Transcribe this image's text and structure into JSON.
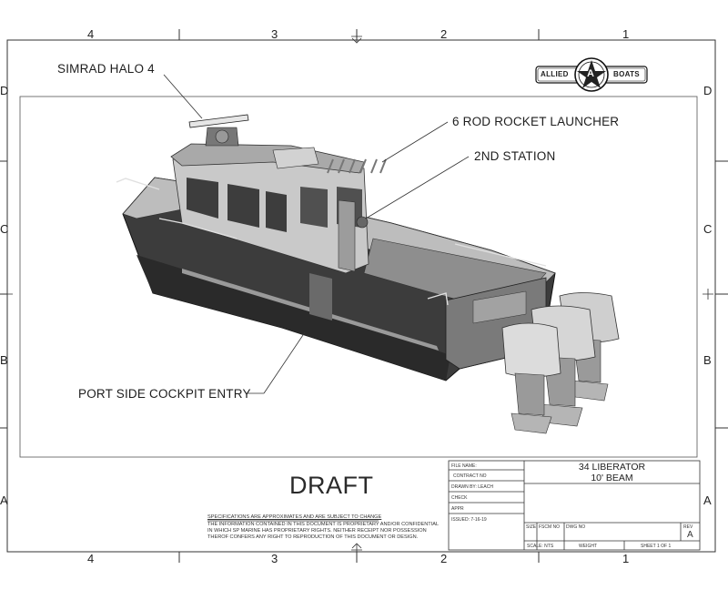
{
  "border": {
    "columns_top": [
      "4",
      "3",
      "2",
      "1"
    ],
    "columns_bottom": [
      "4",
      "3",
      "2",
      "1"
    ],
    "rows_left": [
      "D",
      "C",
      "B",
      "A"
    ],
    "rows_right": [
      "D",
      "C",
      "B",
      "A"
    ]
  },
  "logo": {
    "left": "ALLIED",
    "center": "A",
    "right": "BOATS"
  },
  "callouts": {
    "radar": "SIMRAD HALO 4",
    "rocket_launcher": "6 ROD ROCKET LAUNCHER",
    "second_station": "2ND STATION",
    "cockpit_entry": "PORT SIDE COCKPIT ENTRY"
  },
  "stamp": "DRAFT",
  "specifications": {
    "heading": "SPECIFICATIONS ARE APPROXIMATES AND ARE SUBJECT TO CHANGE",
    "line1": "THE INFORMATION CONTAINED IN THIS DOCUMENT IS PROPRIETARY AND/OR CONFIDENTIAL",
    "line2": "IN WHICH SP MARINE HAS PROPRIETARY RIGHTS. NEITHER RECEIPT NOR POSSESSION",
    "line3": "THEROF CONFERS ANY RIGHT TO REPRODUCTION OF THIS DOCUMENT OR DESIGN."
  },
  "title_block": {
    "file_name": "FILE NAME:",
    "contract_no": "CONTRACT NO",
    "drawn_by": "DRAWN BY: LEACH",
    "check": "CHECK",
    "appr": "APPR",
    "issued": "ISSUED: 7-16-19",
    "title_line1": "34 LIBERATOR",
    "title_line2": "10'  BEAM",
    "size": "SIZE",
    "fscm_no": "FSCM NO",
    "dwg_no": "DWG NO",
    "rev_label": "REV",
    "rev_value": "A",
    "scale": "SCALE: NTS",
    "weight": "WEIGHT",
    "sheet": "SHEET 1 OF 1"
  }
}
